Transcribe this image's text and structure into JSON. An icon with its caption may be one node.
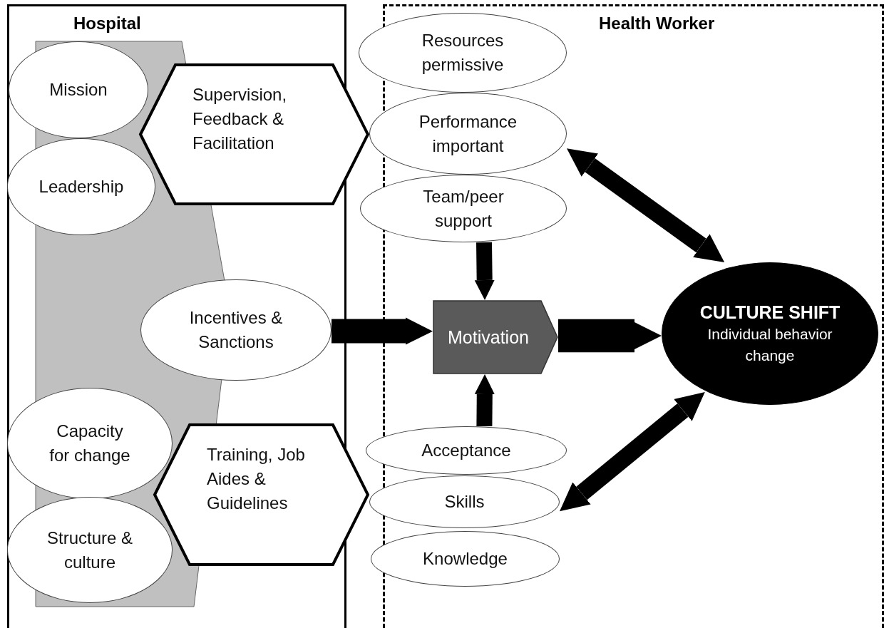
{
  "diagram": {
    "nodes": [
      {
        "text": [
          "Hospital"
        ]
      },
      {
        "text": [
          "Health Worker"
        ]
      },
      {
        "text": [
          "Mission"
        ],
        "in": 0
      },
      {
        "text": [
          "Leadership"
        ],
        "in": 0
      },
      {
        "text": [
          "Supervision, Feedback & Facilitation"
        ]
      },
      {
        "text": [
          "Incentives & Sanctions"
        ],
        "in": 0
      },
      {
        "text": [
          "Capacity for change"
        ],
        "in": 0
      },
      {
        "text": [
          "Training, Job Aides & Guidelines"
        ]
      },
      {
        "text": [
          "Structure & culture"
        ],
        "in": 0
      },
      {
        "text": [
          "Resources permissive"
        ]
      },
      {
        "text": [
          "Performance important"
        ]
      },
      {
        "text": [
          "Team/peer support"
        ]
      },
      {
        "text": [
          "Motivation"
        ],
        "in": 1
      },
      {
        "text": [
          "CULTURE SHIFT",
          "Individual behavior change"
        ],
        "in": 1
      },
      {
        "text": [
          "Acceptance"
        ]
      },
      {
        "text": [
          "Skills"
        ]
      },
      {
        "text": [
          "Knowledge"
        ]
      }
    ],
    "edges": [
      {
        "from": 5,
        "to": 12,
        "arrow": "to"
      },
      {
        "from": 11,
        "to": 12,
        "arrow": "to"
      },
      {
        "from": 14,
        "to": 12,
        "arrow": "to"
      },
      {
        "from": 12,
        "to": 13,
        "arrow": "to",
        "style": "thick"
      },
      {
        "from": 10,
        "to": 13,
        "arrow": "both"
      },
      {
        "from": 15,
        "to": 13,
        "arrow": "both"
      }
    ]
  }
}
